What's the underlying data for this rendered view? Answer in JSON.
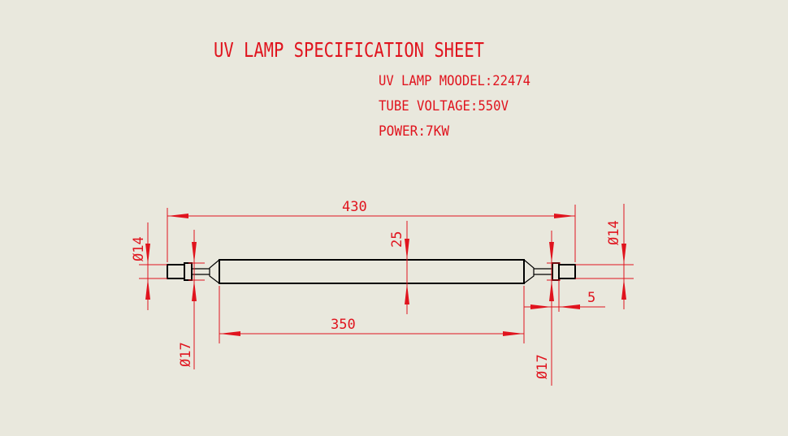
{
  "sheet": {
    "title": "UV LAMP SPECIFICATION SHEET",
    "specs": [
      "UV LAMP MOODEL:22474",
      "TUBE VOLTAGE:550V",
      "POWER:7KW"
    ]
  },
  "dimensions": {
    "overall_length": "430",
    "tube_length": "350",
    "tube_diameter": "25",
    "left_terminal_diameter": "Ø14",
    "left_cap_diameter": "Ø17",
    "right_terminal_diameter": "Ø14",
    "right_cap_diameter": "Ø17",
    "terminal_length": "5"
  },
  "colors": {
    "background": "#e9e8dd",
    "annotation": "#e0141e",
    "outline": "#000000"
  }
}
